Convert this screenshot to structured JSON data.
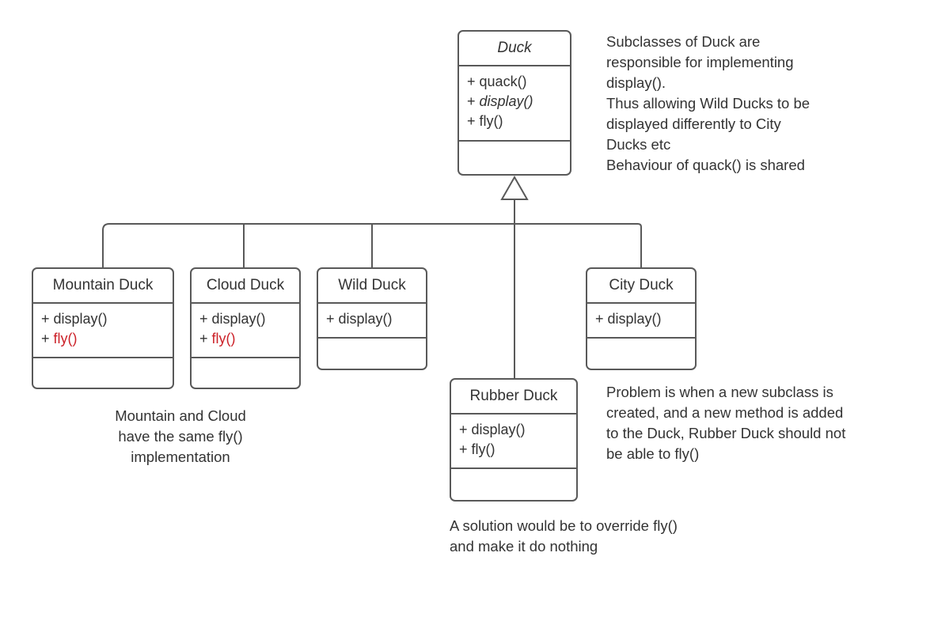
{
  "diagram": {
    "title": "Duck class hierarchy UML diagram",
    "colors": {
      "stroke": "#595959",
      "text": "#333333",
      "highlight_red": "#cc2229",
      "background": "#ffffff"
    }
  },
  "classes": {
    "duck": {
      "name": "Duck",
      "abstract": true,
      "members": [
        {
          "sign": "+",
          "name": "quack()",
          "style": "normal"
        },
        {
          "sign": "+",
          "name": "display()",
          "style": "italic"
        },
        {
          "sign": "+",
          "name": "fly()",
          "style": "normal"
        }
      ]
    },
    "mountain_duck": {
      "name": "Mountain Duck",
      "abstract": false,
      "members": [
        {
          "sign": "+",
          "name": "display()",
          "style": "normal"
        },
        {
          "sign": "+",
          "name": "fly()",
          "style": "red"
        }
      ]
    },
    "cloud_duck": {
      "name": "Cloud Duck",
      "abstract": false,
      "members": [
        {
          "sign": "+",
          "name": "display()",
          "style": "normal"
        },
        {
          "sign": "+",
          "name": "fly()",
          "style": "red"
        }
      ]
    },
    "wild_duck": {
      "name": "Wild Duck",
      "abstract": false,
      "members": [
        {
          "sign": "+",
          "name": "display()",
          "style": "normal"
        }
      ]
    },
    "city_duck": {
      "name": "City Duck",
      "abstract": false,
      "members": [
        {
          "sign": "+",
          "name": "display()",
          "style": "normal"
        }
      ]
    },
    "rubber_duck": {
      "name": "Rubber Duck",
      "abstract": false,
      "members": [
        {
          "sign": "+",
          "name": "display()",
          "style": "normal"
        },
        {
          "sign": "+",
          "name": "fly()",
          "style": "normal"
        }
      ]
    }
  },
  "notes": {
    "duck_note": "Subclasses of Duck are\nresponsible for implementing\ndisplay().\nThus allowing Wild Ducks to be\ndisplayed differently to City\nDucks etc\nBehaviour of quack() is shared",
    "fly_note": "Mountain and Cloud\nhave the same fly()\nimplementation",
    "problem_note": "Problem is when a new subclass is\ncreated, and a new method is added\nto the Duck, Rubber Duck should not\nbe able to fly()",
    "solution_note": "A solution would be to override fly()\nand make it do nothing"
  }
}
